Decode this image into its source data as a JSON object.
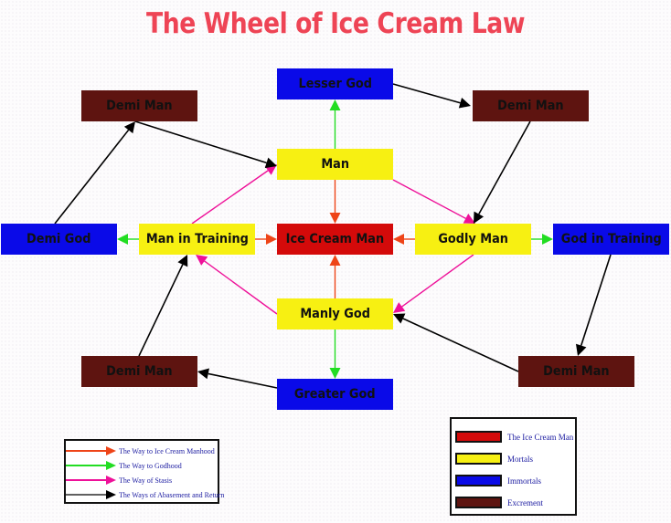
{
  "title": "The Wheel of Ice Cream Law",
  "colors": {
    "ice_cream_man": "#d40a0a",
    "mortals": "#f7f012",
    "immortals": "#0a0ae8",
    "excrement": "#5e1410",
    "arrow_manhood": "#ee4418",
    "arrow_godhood": "#22dd22",
    "arrow_stasis": "#ee1199",
    "arrow_abasement": "#000000",
    "title": "#ee4455"
  },
  "nodes": {
    "lesser_god": {
      "label": "Lesser God",
      "category": "immortals"
    },
    "man": {
      "label": "Man",
      "category": "mortals"
    },
    "demi_man_top_left": {
      "label": "Demi Man",
      "category": "excrement"
    },
    "demi_man_top_right": {
      "label": "Demi Man",
      "category": "excrement"
    },
    "demi_god": {
      "label": "Demi God",
      "category": "immortals"
    },
    "man_in_training": {
      "label": "Man in Training",
      "category": "mortals"
    },
    "ice_cream_man": {
      "label": "Ice Cream Man",
      "category": "ice_cream_man"
    },
    "godly_man": {
      "label": "Godly Man",
      "category": "mortals"
    },
    "god_in_training": {
      "label": "God in Training",
      "category": "immortals"
    },
    "manly_god": {
      "label": "Manly God",
      "category": "mortals"
    },
    "demi_man_bottom_left": {
      "label": "Demi Man",
      "category": "excrement"
    },
    "demi_man_bottom_right": {
      "label": "Demi Man",
      "category": "excrement"
    },
    "greater_god": {
      "label": "Greater God",
      "category": "immortals"
    }
  },
  "edges": [
    {
      "from": "man",
      "to": "lesser_god",
      "type": "godhood"
    },
    {
      "from": "man",
      "to": "ice_cream_man",
      "type": "manhood"
    },
    {
      "from": "man",
      "to": "godly_man",
      "type": "stasis"
    },
    {
      "from": "lesser_god",
      "to": "demi_man_top_right",
      "type": "abasement"
    },
    {
      "from": "demi_man_top_right",
      "to": "godly_man",
      "type": "abasement"
    },
    {
      "from": "godly_man",
      "to": "ice_cream_man",
      "type": "manhood"
    },
    {
      "from": "godly_man",
      "to": "god_in_training",
      "type": "godhood"
    },
    {
      "from": "godly_man",
      "to": "manly_god",
      "type": "stasis"
    },
    {
      "from": "god_in_training",
      "to": "demi_man_bottom_right",
      "type": "abasement"
    },
    {
      "from": "demi_man_bottom_right",
      "to": "manly_god",
      "type": "abasement"
    },
    {
      "from": "manly_god",
      "to": "ice_cream_man",
      "type": "manhood"
    },
    {
      "from": "manly_god",
      "to": "greater_god",
      "type": "godhood"
    },
    {
      "from": "manly_god",
      "to": "man_in_training",
      "type": "stasis"
    },
    {
      "from": "greater_god",
      "to": "demi_man_bottom_left",
      "type": "abasement"
    },
    {
      "from": "demi_man_bottom_left",
      "to": "man_in_training",
      "type": "abasement"
    },
    {
      "from": "man_in_training",
      "to": "ice_cream_man",
      "type": "manhood"
    },
    {
      "from": "man_in_training",
      "to": "demi_god",
      "type": "godhood"
    },
    {
      "from": "man_in_training",
      "to": "man",
      "type": "stasis"
    },
    {
      "from": "demi_god",
      "to": "demi_man_top_left",
      "type": "abasement"
    },
    {
      "from": "demi_man_top_left",
      "to": "man",
      "type": "abasement"
    }
  ],
  "legend_arrows": [
    {
      "type": "manhood",
      "label": "The Way to Ice Cream Manhood"
    },
    {
      "type": "godhood",
      "label": "The Way to Godhood"
    },
    {
      "type": "stasis",
      "label": "The Way of Stasis"
    },
    {
      "type": "abasement",
      "label": "The Ways of Abasement and Return"
    }
  ],
  "legend_colors": [
    {
      "category": "ice_cream_man",
      "label": "The Ice Cream Man"
    },
    {
      "category": "mortals",
      "label": "Mortals"
    },
    {
      "category": "immortals",
      "label": "Immortals"
    },
    {
      "category": "excrement",
      "label": "Excrement"
    }
  ]
}
